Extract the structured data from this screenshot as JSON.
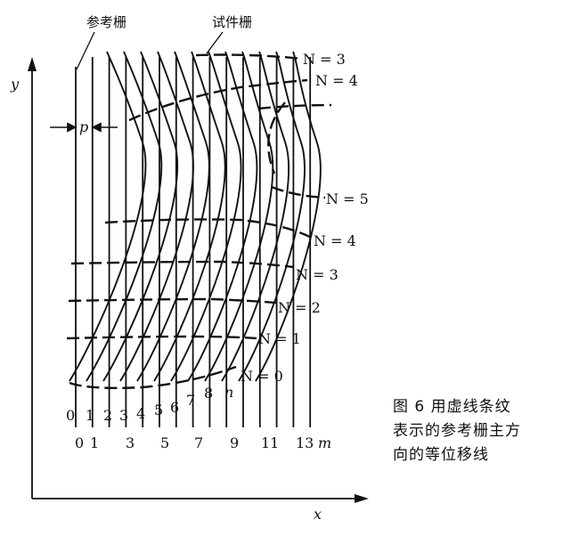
{
  "labels": {
    "reference_grating": "参考栅",
    "specimen_grating": "试件栅",
    "pitch": "p",
    "x_axis": "x",
    "y_axis": "y"
  },
  "fringe_labels": {
    "n3_top": "N = 3",
    "n4_top": "N = 4",
    "n5": "N = 5",
    "n4": "N = 4",
    "n3": "N = 3",
    "n2": "N = 2",
    "n1": "N = 1",
    "n0": "N = 0"
  },
  "specimen_line_labels": [
    "0",
    "1",
    "2",
    "3",
    "4",
    "5",
    "6",
    "7",
    "8",
    "n"
  ],
  "reference_line_labels": [
    "0",
    "1",
    "3",
    "5",
    "7",
    "9",
    "11",
    "13",
    "m"
  ],
  "caption": {
    "line1": "图 6   用虚线条纹",
    "line2": "表示的参考栅主方",
    "line3": "向的等位移线"
  },
  "colors": {
    "ink": "#111111",
    "background": "#ffffff"
  }
}
